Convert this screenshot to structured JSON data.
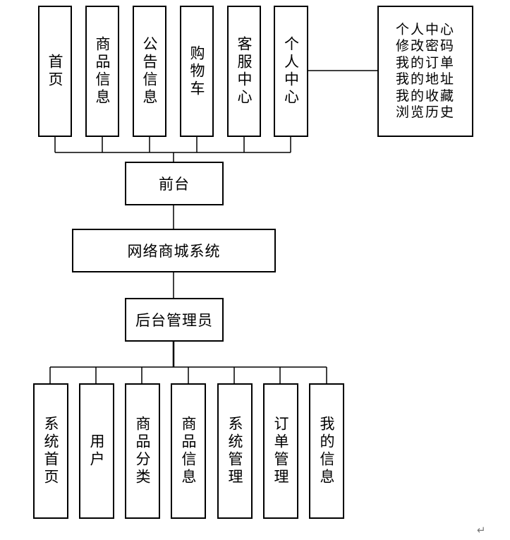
{
  "front": {
    "label": "前台",
    "modules": [
      "首页",
      "商品信息",
      "公告信息",
      "购物车",
      "客服中心",
      "个人中心"
    ],
    "personal_center_items": [
      "个人中心",
      "修改密码",
      "我的订单",
      "我的地址",
      "我的收藏",
      "浏览历史"
    ]
  },
  "system": {
    "label": "网络商城系统"
  },
  "admin": {
    "label": "后台管理员",
    "modules": [
      "系统首页",
      "用户",
      "商品分类",
      "商品信息",
      "系统管理",
      "订单管理",
      "我的信息"
    ]
  },
  "paragraph_mark": "↵"
}
